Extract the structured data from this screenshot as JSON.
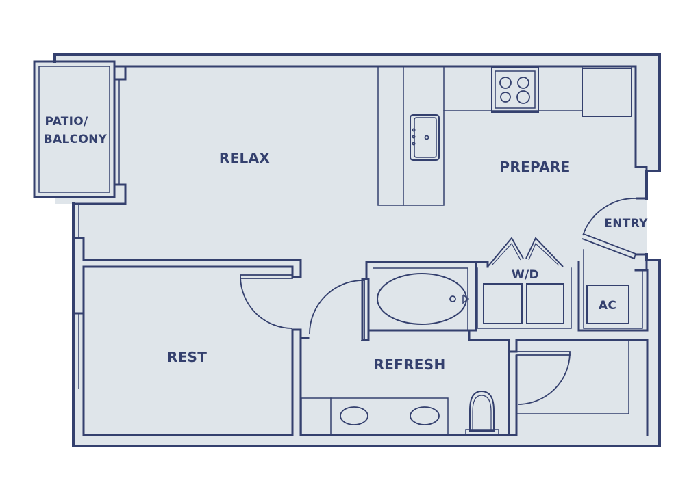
{
  "colors": {
    "floor": "#dfe5ea",
    "wall": "#34406e",
    "fixture": "#34406e",
    "background": "#ffffff"
  },
  "rooms": {
    "patio_line1": "PATIO/",
    "patio_line2": "BALCONY",
    "relax": "RELAX",
    "prepare": "PREPARE",
    "entry": "ENTRY",
    "wd": "W/D",
    "ac": "AC",
    "rest": "REST",
    "refresh": "REFRESH"
  }
}
